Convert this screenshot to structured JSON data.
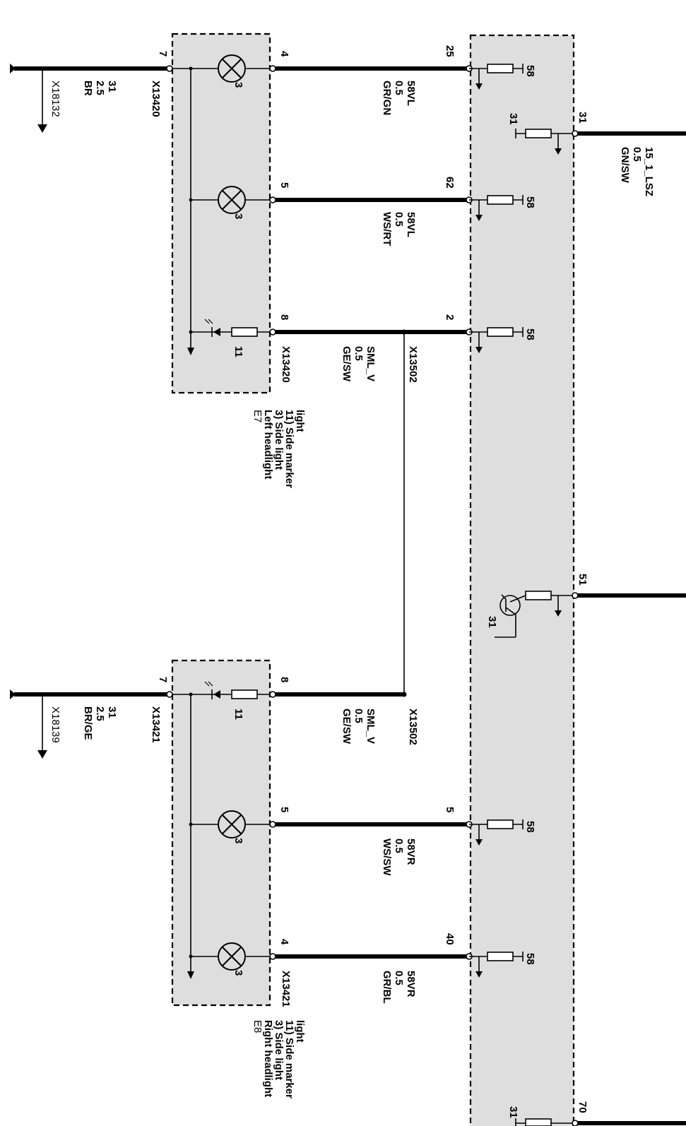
{
  "ground_left": {
    "x18132": {
      "connector": "X18132",
      "pin": "7",
      "plug": "X13420",
      "wire_num": "31",
      "wire_size": "2.5",
      "wire_color": "BR"
    },
    "x18139": {
      "connector": "X18139",
      "pin": "7",
      "plug": "X13421",
      "wire_num": "31",
      "wire_size": "2.5",
      "wire_color": "BR/GE"
    }
  },
  "left_headlight": {
    "id": "E7",
    "desc": [
      "Left headlight",
      "3) Side light",
      "11) Side marker",
      "light"
    ],
    "plug": "X13420",
    "plug_bottom": "X13420",
    "bulb_label": "3",
    "marker_label": "11",
    "pins": [
      "4",
      "5",
      "8"
    ]
  },
  "right_headlight": {
    "id": "E8",
    "desc": [
      "Right headlight",
      "3) Side light",
      "11) Side marker",
      "light"
    ],
    "plug": "X13421",
    "plug_bottom": "X13421",
    "bulb_label": "3",
    "marker_label": "11",
    "pins": [
      "8",
      "5",
      "4"
    ]
  },
  "wires": [
    {
      "signal": "58VL",
      "size": "0.5",
      "color": "GR/GN",
      "module_pin": "25"
    },
    {
      "signal": "58VL",
      "size": "0.5",
      "color": "WS/RT",
      "module_pin": "62"
    },
    {
      "signal": "SML_V",
      "size": "0.5",
      "color": "GE/SW",
      "module_pin": "2",
      "splice": "X13502"
    },
    {
      "signal": "SML_V",
      "size": "0.5",
      "color": "GE/SW",
      "splice": "X13502"
    },
    {
      "signal": "58VR",
      "size": "0.5",
      "color": "WS/SW",
      "module_pin": "5"
    },
    {
      "signal": "58VR",
      "size": "0.5",
      "color": "GR/BL",
      "module_pin": "40"
    }
  ],
  "module": {
    "driver_label": "58",
    "ground_label": "31",
    "pins_right": [
      "31",
      "51",
      "70"
    ],
    "feed": {
      "signal": "15_1_LSZ",
      "size": "0.5",
      "color": "GN/SW"
    }
  }
}
